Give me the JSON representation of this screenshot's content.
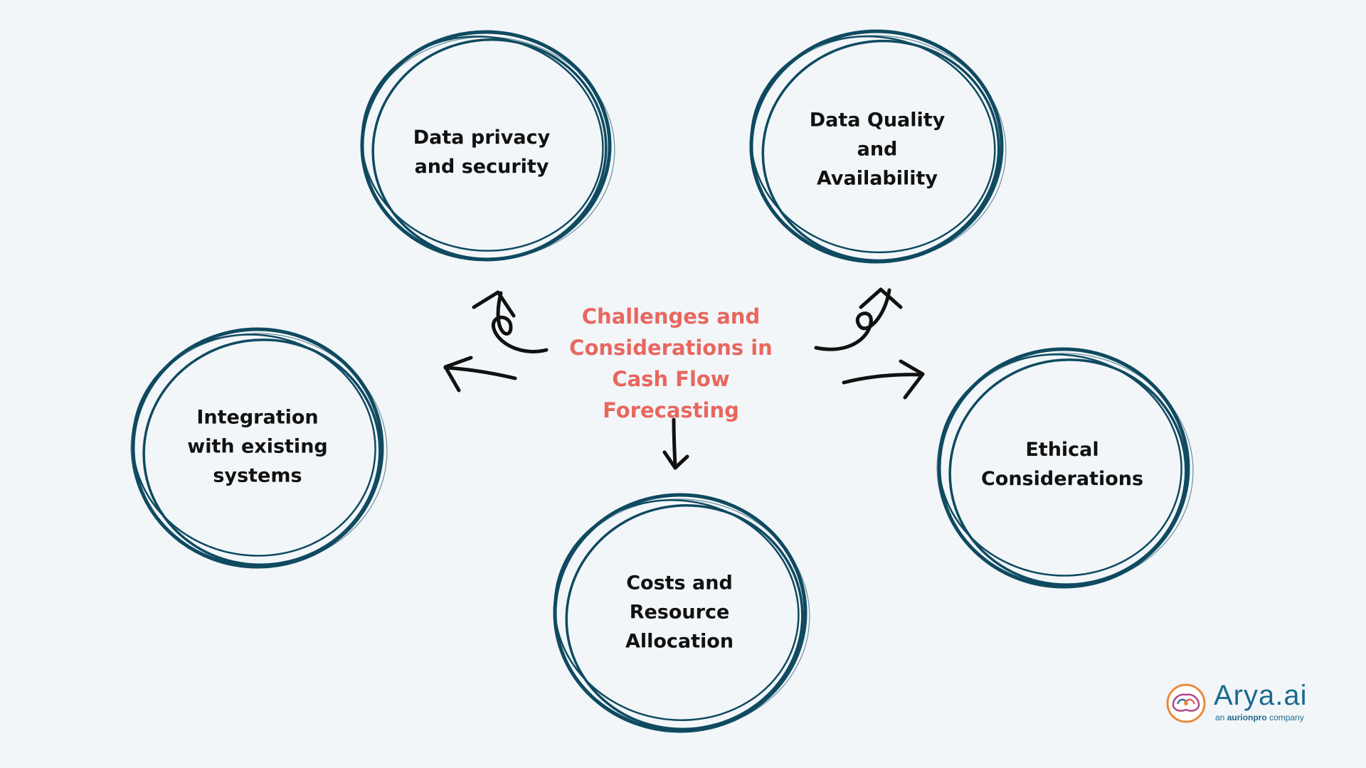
{
  "diagram": {
    "title": "Challenges and\nConsiderations in\nCash Flow\nForecasting",
    "nodes": [
      {
        "label": "Data privacy\nand security"
      },
      {
        "label": "Data Quality\nand\nAvailability"
      },
      {
        "label": "Integration\nwith existing\nsystems"
      },
      {
        "label": "Ethical\nConsiderations"
      },
      {
        "label": "Costs and\nResource\nAllocation"
      }
    ]
  },
  "colors": {
    "background": "#f2f6f9",
    "circle_stroke": "#0f4a60",
    "title": "#e8675f",
    "label": "#111111",
    "arrow": "#111111"
  },
  "brand": {
    "name": "Arya.ai",
    "tagline_prefix": "an ",
    "tagline_bold": "aurionpro",
    "tagline_suffix": " company",
    "icon": "arya-logo-icon"
  }
}
